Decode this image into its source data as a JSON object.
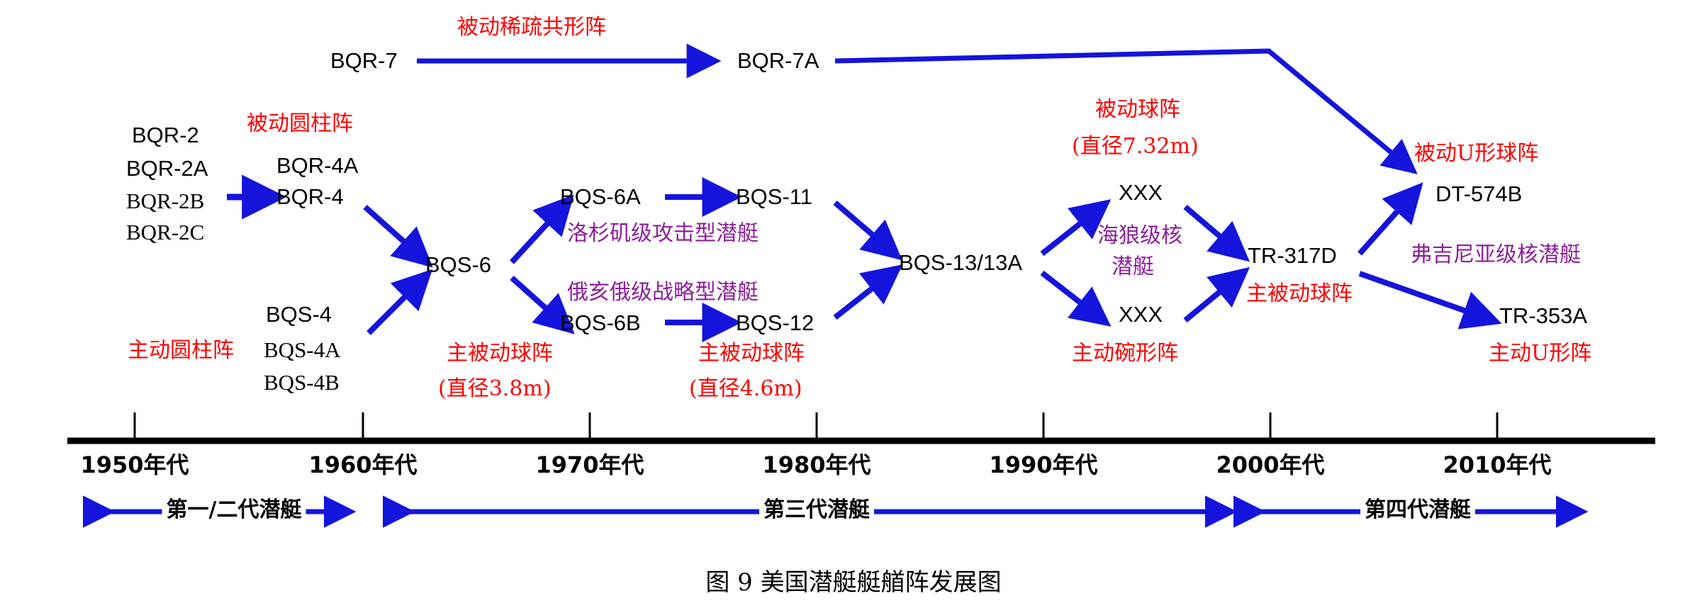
{
  "figure": {
    "caption": "图 9  美国潜艇艇艏阵发展图",
    "colors": {
      "arrow": "#1414dc",
      "red": "#fe0000",
      "purple": "#8d1f9b",
      "axis": "#000000"
    }
  },
  "nodes": {
    "bqr7": "BQR-7",
    "bqr7a": "BQR-7A",
    "bqr2": "BQR-2",
    "bqr2a": "BQR-2A",
    "bqr2b": "BQR-2B",
    "bqr2c": "BQR-2C",
    "bqr4a": "BQR-4A",
    "bqr4": "BQR-4",
    "bqs4": "BQS-4",
    "bqs4a": "BQS-4A",
    "bqs4b": "BQS-4B",
    "bqs6": "BQS-6",
    "bqs6a": "BQS-6A",
    "bqs11": "BQS-11",
    "bqs6b": "BQS-6B",
    "bqs12": "BQS-12",
    "bqs13": "BQS-13/13A",
    "xxx_top": "XXX",
    "xxx_bot": "XXX",
    "tr317d": "TR-317D",
    "dt574b": "DT-574B",
    "tr353a": "TR-353A"
  },
  "annotations": {
    "passive_sparse_conformal": "被动稀疏共形阵",
    "passive_cylindrical": "被动圆柱阵",
    "active_cylindrical": "主动圆柱阵",
    "act_pas_sphere_38": "主被动球阵",
    "act_pas_sphere_38_dia": "(直径3.8m)",
    "act_pas_sphere_46": "主被动球阵",
    "act_pas_sphere_46_dia": "(直径4.6m)",
    "passive_sphere": "被动球阵",
    "passive_sphere_dia": "(直径7.32m)",
    "active_bowl": "主动碗形阵",
    "act_pas_sphere_right": "主被动球阵",
    "passive_u_sphere": "被动U形球阵",
    "active_u": "主动U形阵",
    "los_angeles_class": "洛杉矶级攻击型潜艇",
    "ohio_class": "俄亥俄级战略型潜艇",
    "seawolf_class_l1": "海狼级核",
    "seawolf_class_l2": "潜艇",
    "virginia_class": "弗吉尼亚级核潜艇"
  },
  "timeline": {
    "decades": [
      "1950年代",
      "1960年代",
      "1970年代",
      "1980年代",
      "1990年代",
      "2000年代",
      "2010年代"
    ],
    "generations": [
      {
        "label": "第一/二代潜艇"
      },
      {
        "label": "第三代潜艇"
      },
      {
        "label": "第四代潜艇"
      }
    ]
  },
  "chart_data": {
    "type": "diagram",
    "title": "图 9  美国潜艇艇艏阵发展图",
    "xlabel": "",
    "categories": [
      "1950年代",
      "1960年代",
      "1970年代",
      "1980年代",
      "1990年代",
      "2000年代",
      "2010年代"
    ],
    "eras": [
      "第一/二代潜艇",
      "第三代潜艇",
      "第四代潜艇"
    ],
    "nodes": [
      {
        "id": "BQR-7",
        "decade": "1960年代",
        "array": ""
      },
      {
        "id": "BQR-7A",
        "decade": "1980年代",
        "array": "被动稀疏共形阵"
      },
      {
        "id": "BQR-2",
        "decade": "1950年代",
        "array": "被动圆柱阵"
      },
      {
        "id": "BQR-2A",
        "decade": "1950年代",
        "array": "被动圆柱阵"
      },
      {
        "id": "BQR-2B",
        "decade": "1950年代",
        "array": "被动圆柱阵"
      },
      {
        "id": "BQR-2C",
        "decade": "1950年代",
        "array": "被动圆柱阵"
      },
      {
        "id": "BQR-4A",
        "decade": "1960年代",
        "array": "被动圆柱阵"
      },
      {
        "id": "BQR-4",
        "decade": "1960年代",
        "array": "被动圆柱阵"
      },
      {
        "id": "BQS-4",
        "decade": "1950年代",
        "array": "主动圆柱阵"
      },
      {
        "id": "BQS-4A",
        "decade": "1950年代",
        "array": "主动圆柱阵"
      },
      {
        "id": "BQS-4B",
        "decade": "1960年代",
        "array": "主动圆柱阵"
      },
      {
        "id": "BQS-6",
        "decade": "1960年代",
        "array": "主被动球阵 (直径3.8m)"
      },
      {
        "id": "BQS-6A",
        "decade": "1970年代",
        "array": "主被动球阵 (直径3.8m)",
        "sub": "洛杉矶级攻击型潜艇"
      },
      {
        "id": "BQS-11",
        "decade": "1970年代",
        "array": "主被动球阵 (直径4.6m)",
        "sub": "洛杉矶级攻击型潜艇"
      },
      {
        "id": "BQS-6B",
        "decade": "1970年代",
        "array": "主被动球阵 (直径3.8m)",
        "sub": "俄亥俄级战略型潜艇"
      },
      {
        "id": "BQS-12",
        "decade": "1970年代",
        "array": "主被动球阵 (直径4.6m)",
        "sub": "俄亥俄级战略型潜艇"
      },
      {
        "id": "BQS-13/13A",
        "decade": "1980年代",
        "array": ""
      },
      {
        "id": "XXX",
        "decade": "1990年代",
        "array": "被动球阵 (直径7.32m)",
        "sub": "海狼级核潜艇"
      },
      {
        "id": "XXX",
        "decade": "1990年代",
        "array": "主动碗形阵",
        "sub": "海狼级核潜艇"
      },
      {
        "id": "TR-317D",
        "decade": "2000年代",
        "array": "主被动球阵"
      },
      {
        "id": "DT-574B",
        "decade": "2010年代",
        "array": "被动U形球阵",
        "sub": "弗吉尼亚级核潜艇"
      },
      {
        "id": "TR-353A",
        "decade": "2010年代",
        "array": "主动U形阵",
        "sub": "弗吉尼亚级核潜艇"
      }
    ],
    "edges": [
      [
        "BQR-2/2A/2B/2C",
        "BQR-4A/BQR-4"
      ],
      [
        "BQR-4",
        "BQS-6"
      ],
      [
        "BQS-4/4A/4B",
        "BQS-6"
      ],
      [
        "BQS-6",
        "BQS-6A"
      ],
      [
        "BQS-6",
        "BQS-6B"
      ],
      [
        "BQS-6A",
        "BQS-11"
      ],
      [
        "BQS-6B",
        "BQS-12"
      ],
      [
        "BQS-11",
        "BQS-13/13A"
      ],
      [
        "BQS-12",
        "BQS-13/13A"
      ],
      [
        "BQS-13/13A",
        "XXX(top)"
      ],
      [
        "BQS-13/13A",
        "XXX(bottom)"
      ],
      [
        "XXX(top)",
        "TR-317D"
      ],
      [
        "XXX(bottom)",
        "TR-317D"
      ],
      [
        "BQR-7",
        "BQR-7A"
      ],
      [
        "BQR-7A",
        "DT-574B"
      ],
      [
        "TR-317D",
        "DT-574B"
      ],
      [
        "TR-317D",
        "TR-353A"
      ]
    ]
  }
}
